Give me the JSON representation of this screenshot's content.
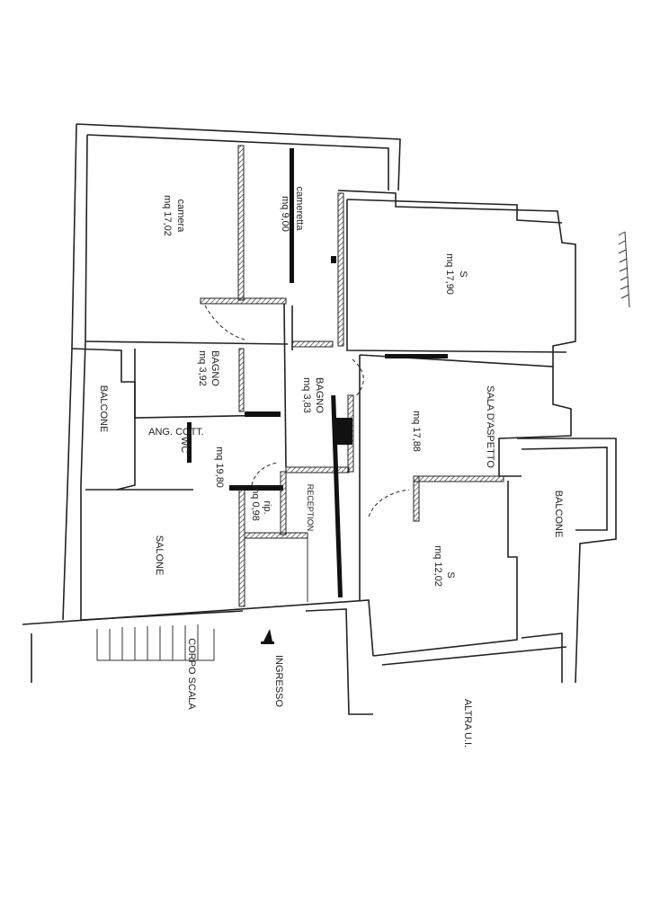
{
  "rooms": {
    "camera": {
      "name": "camera",
      "area": "mq 17,02"
    },
    "cameretta": {
      "name": "cameretta",
      "area": "mq 9,00"
    },
    "s1": {
      "name": "S",
      "area": "mq 17,90"
    },
    "bagno1": {
      "name": "BAGNO",
      "area": "mq 3,92"
    },
    "bagno2": {
      "name": "BAGNO",
      "area": "mq 3,83"
    },
    "balcone_left": {
      "name": "BALCONE"
    },
    "ang_cott": {
      "name": "ANG. COTT."
    },
    "wc": {
      "name": "WC"
    },
    "soggiorno": {
      "area": "mq 19,80"
    },
    "rip": {
      "name": "rip.",
      "area": "mq 0,98"
    },
    "reception": {
      "name": "RECEPTION"
    },
    "sala_aspetto": {
      "name": "SALA D'ASPETTO",
      "area": "mq 17,88"
    },
    "s2": {
      "name": "S",
      "area": "mq 12,02"
    },
    "balcone_right": {
      "name": "BALCONE"
    },
    "salone": {
      "name": "SALONE"
    }
  },
  "labels": {
    "corpo_scala": "CORPO SCALA",
    "ingresso": "INGRESSO",
    "altra_ui": "ALTRA U.I."
  }
}
